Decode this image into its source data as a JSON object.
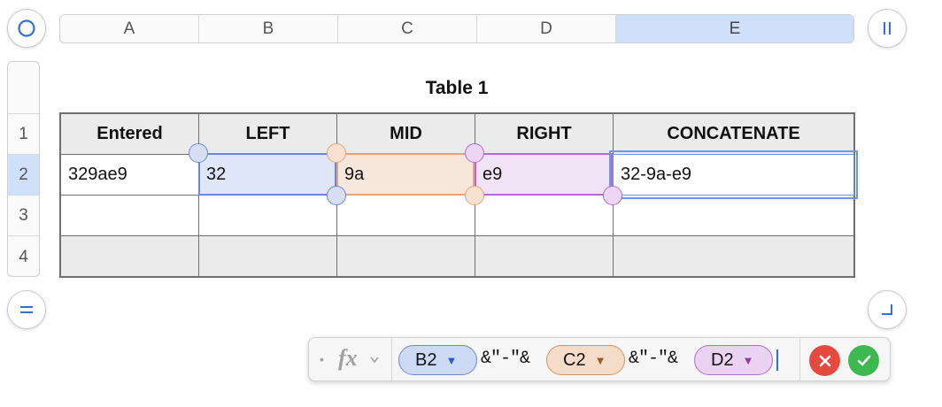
{
  "columns": [
    "A",
    "B",
    "C",
    "D",
    "E"
  ],
  "selected_column": "E",
  "rows": [
    "1",
    "2",
    "3",
    "4"
  ],
  "selected_row": "2",
  "table": {
    "title": "Table 1",
    "headers": [
      "Entered",
      "LEFT",
      "MID",
      "RIGHT",
      "CONCATENATE"
    ],
    "row2": [
      "329ae9",
      "32",
      "9a",
      "e9",
      "32-9a-e9"
    ]
  },
  "formula_bar": {
    "fx_label": "fx",
    "tokens": [
      "B2",
      "C2",
      "D2"
    ],
    "separator": "&\"-\"&"
  },
  "colors": {
    "selection": "#cfe1fa",
    "ref_b": "#6a87d8",
    "ref_c": "#e2a47a",
    "ref_d": "#b26ccf",
    "cancel": "#e64a3e",
    "accept": "#3cb94f"
  },
  "icons": {
    "top_left": "circle-select-icon",
    "top_right": "pause-bars-icon",
    "bottom_left": "equals-icon",
    "bottom_right": "resize-corner-icon"
  }
}
